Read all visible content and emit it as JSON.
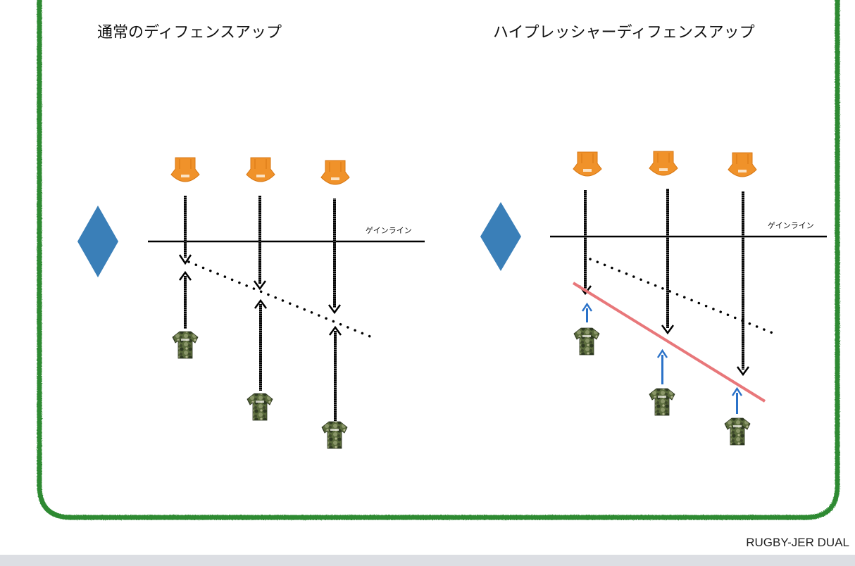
{
  "left_diagram": {
    "title": "通常のディフェンスアップ",
    "gain_line_label": "ゲインライン"
  },
  "right_diagram": {
    "title": "ハイプレッシャーディフェンスアップ",
    "gain_line_label": "ゲインライン"
  },
  "footer": {
    "credit": "RUGBY-JER DUAL"
  },
  "colors": {
    "border_green": "#2f8a32",
    "attacker_orange": "#f0922a",
    "defender_camo": "#4f5d38",
    "diamond_blue": "#3a7fb8",
    "pressure_line_red": "#e8777a",
    "blue_arrow": "#2b72c8",
    "bottom_bar": "#dcdee3"
  },
  "icons": {
    "attacker": "orange-jersey-icon",
    "defender": "camo-shirt-icon",
    "ball_carrier": "blue-diamond-icon"
  }
}
